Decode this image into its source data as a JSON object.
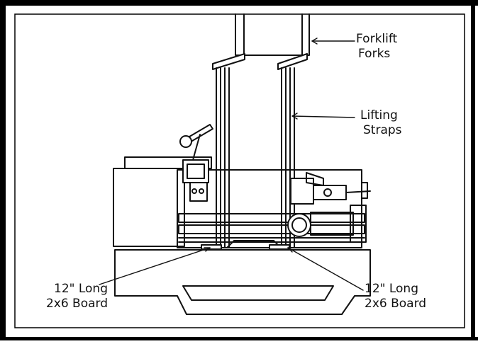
{
  "colors": {
    "ink": "#111111",
    "paper": "#ffffff",
    "frame": "#000000"
  },
  "callouts": {
    "forks": {
      "line1": "Forklift",
      "line2": "Forks"
    },
    "straps": {
      "line1": "Lifting",
      "line2": "Straps"
    },
    "board_left": {
      "line1": "12\" Long",
      "line2": "2x6 Board"
    },
    "board_right": {
      "line1": "12\" Long",
      "line2": "2x6 Board"
    }
  }
}
